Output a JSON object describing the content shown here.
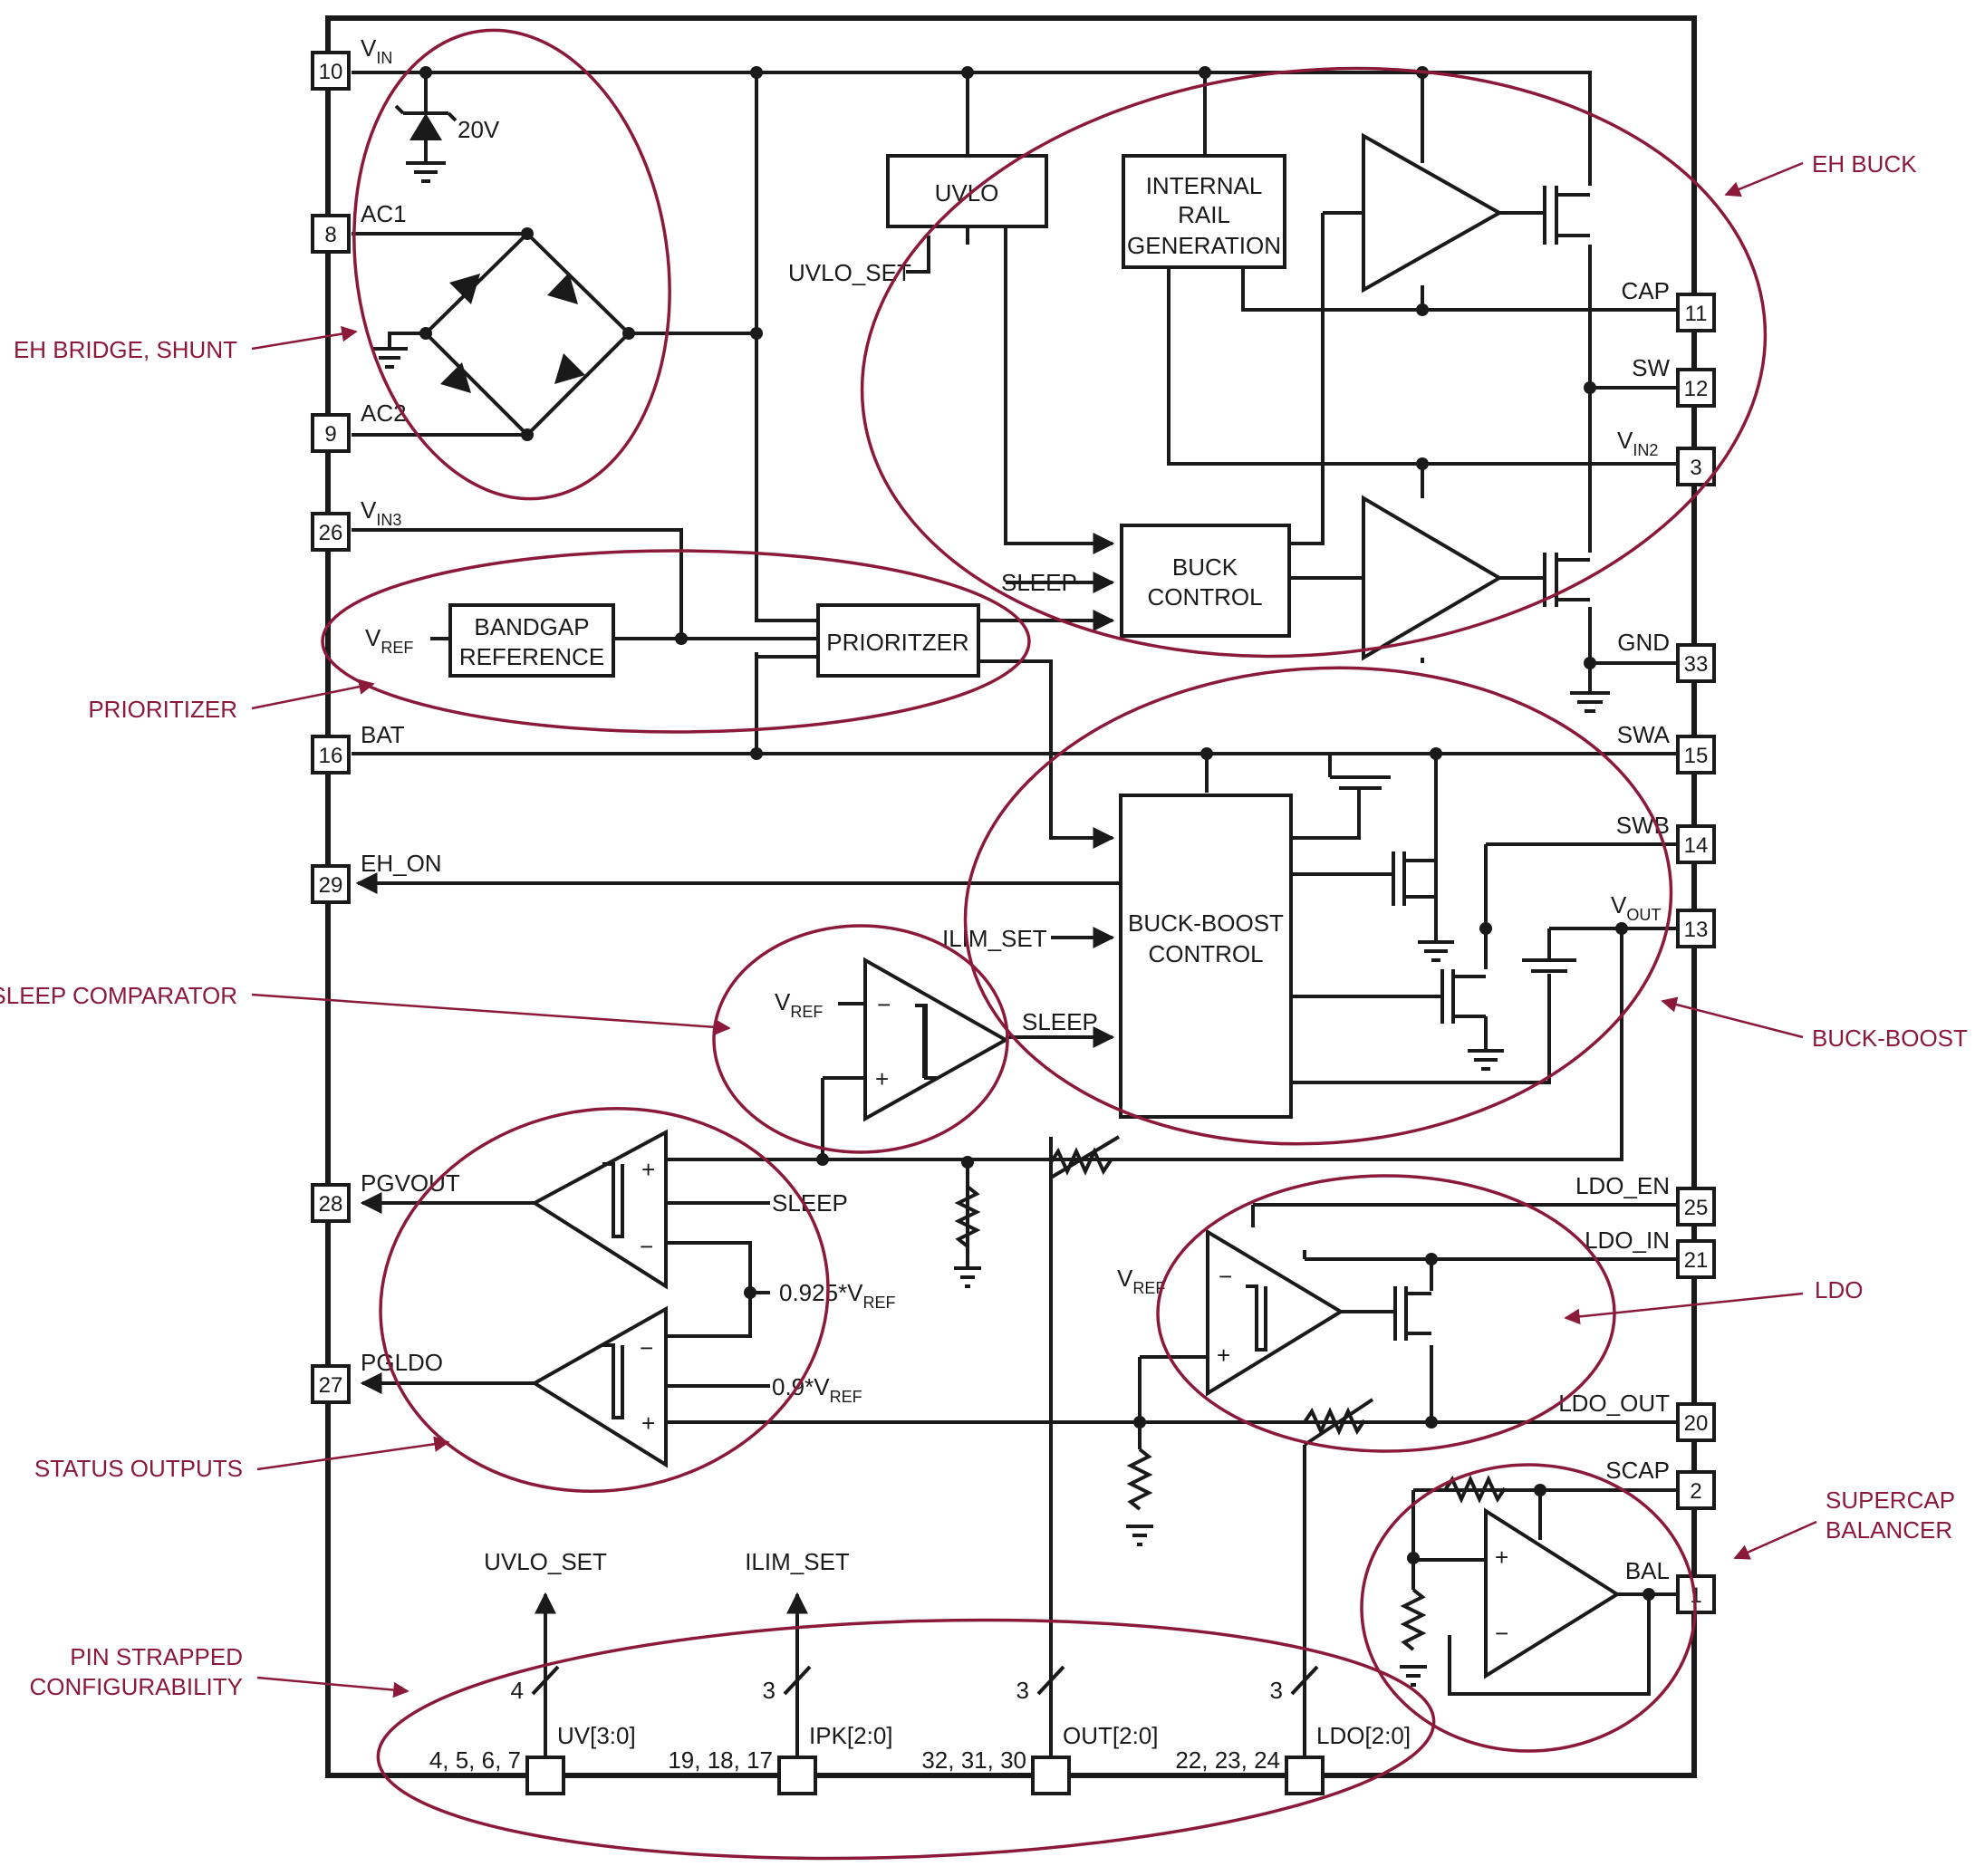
{
  "pins": {
    "vin": "10",
    "ac1": "8",
    "ac2": "9",
    "vin3": "26",
    "bat": "16",
    "eh_on": "29",
    "pgvout": "28",
    "pgldo": "27",
    "cap": "11",
    "sw": "12",
    "vin2": "3",
    "gnd": "33",
    "swa": "15",
    "swb": "14",
    "vout": "13",
    "ldo_en": "25",
    "ldo_in": "21",
    "ldo_out": "20",
    "scap": "2",
    "bal": "1"
  },
  "signals": {
    "vin": "V",
    "vin_sub": "IN",
    "ac1": "AC1",
    "ac2": "AC2",
    "vin3": "V",
    "vin3_sub": "IN3",
    "bat": "BAT",
    "eh_on": "EH_ON",
    "pgvout": "PGVOUT",
    "pgldo": "PGLDO",
    "cap": "CAP",
    "sw": "SW",
    "vin2": "V",
    "vin2_sub": "IN2",
    "gnd": "GND",
    "swa": "SWA",
    "swb": "SWB",
    "vout": "V",
    "vout_sub": "OUT",
    "ldo_en": "LDO_EN",
    "ldo_in": "LDO_IN",
    "ldo_out": "LDO_OUT",
    "scap": "SCAP",
    "bal": "BAL",
    "zener": "20V",
    "uvlo_set": "UVLO_SET",
    "sleep": "SLEEP",
    "ilim_set": "ILIM_SET",
    "vref": "V",
    "vref_sub": "REF",
    "ref_0925": "0.925*V",
    "ref_09": "0.9*V",
    "plus": "+",
    "minus": "−"
  },
  "blocks": {
    "uvlo": "UVLO",
    "internal_rail": [
      "INTERNAL",
      "RAIL",
      "GENERATION"
    ],
    "buck_control": [
      "BUCK",
      "CONTROL"
    ],
    "bandgap": [
      "BANDGAP",
      "REFERENCE"
    ],
    "prioritizer": "PRIORITZER",
    "buck_boost_control": [
      "BUCK-BOOST",
      "CONTROL"
    ]
  },
  "config": {
    "uv_top": "UVLO_SET",
    "ilim_top": "ILIM_SET",
    "uv_bus": "UV[3:0]",
    "ipk_bus": "IPK[2:0]",
    "out_bus": "OUT[2:0]",
    "ldo_bus": "LDO[2:0]",
    "uv_width": "4",
    "ipk_width": "3",
    "out_width": "3",
    "ldo_width": "3",
    "uv_pins": "4, 5, 6, 7",
    "ipk_pins": "19, 18, 17",
    "out_pins": "32, 31, 30",
    "ldo_pins": "22, 23, 24"
  },
  "annotations": {
    "eh_bridge": "EH BRIDGE, SHUNT",
    "eh_buck": "EH BUCK",
    "prioritizer": "PRIORITIZER",
    "sleep_comparator": "SLEEP COMPARATOR",
    "buck_boost": "BUCK-BOOST",
    "status_outputs": "STATUS OUTPUTS",
    "ldo": "LDO",
    "supercap": [
      "SUPERCAP",
      "BALANCER"
    ],
    "pin_strapped": [
      "PIN STRAPPED",
      "CONFIGURABILITY"
    ]
  },
  "colors": {
    "wire": "#1a1a1a",
    "annotation": "#8b1a3a",
    "background": "#ffffff"
  }
}
